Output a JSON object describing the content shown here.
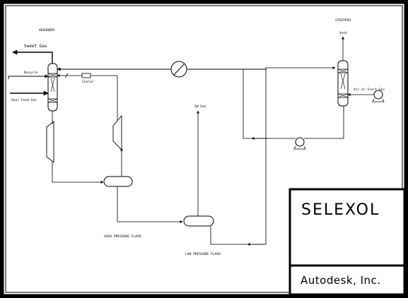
{
  "diagram": {
    "labels": {
      "absorber": "ABSORBER",
      "sweet_gas": "Sweet Gas",
      "recycle": "Recycle",
      "sour_feed_gas": "Sour Feed Gas",
      "stripper": "STRIPPER",
      "vent": "Vent",
      "air_or_inert_gas": "Air or Inert Gas",
      "sw_gas": "SW Gas",
      "high_pressure_flash": "HIGH PRESSURE FLASH",
      "low_pressure_flash": "LOW PRESSURE FLASH",
      "cooler": "Cooler"
    },
    "title_block": {
      "title": "SELEXOL",
      "company": "Autodesk, Inc."
    }
  },
  "colors": {
    "background": "#000000",
    "paper": "#ffffff",
    "line": "#000000"
  }
}
